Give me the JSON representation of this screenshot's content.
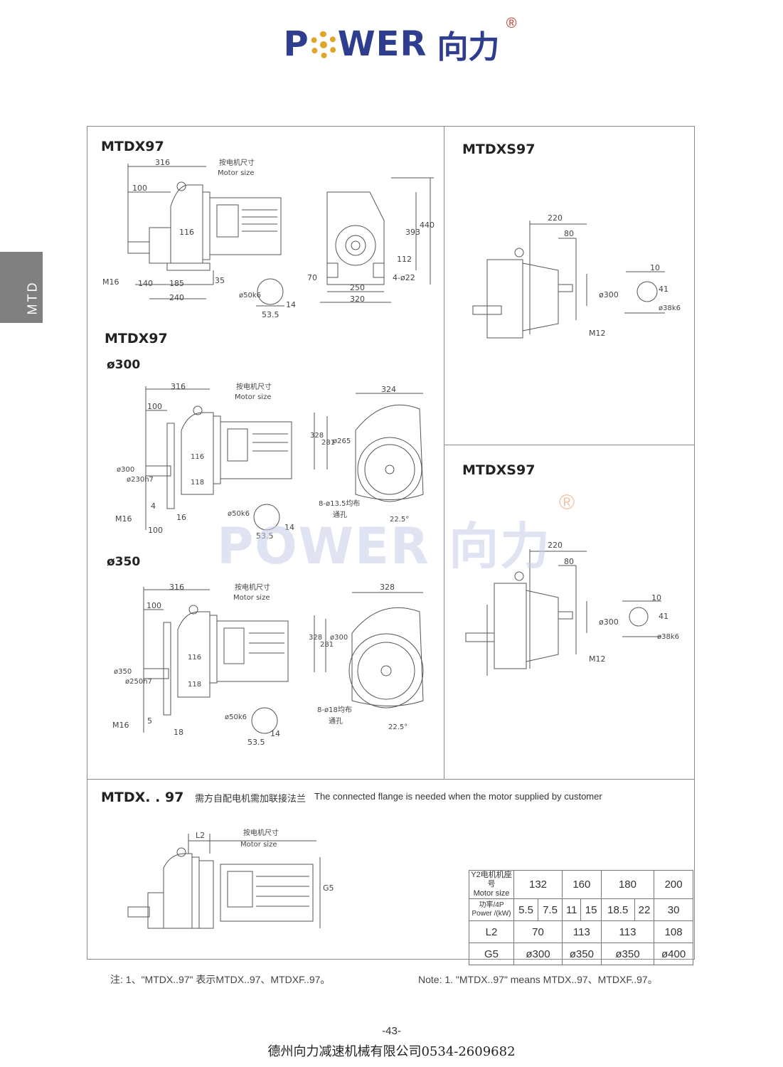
{
  "brand": {
    "name_en": "POWER",
    "name_cn": "向力",
    "reg": "®"
  },
  "side_tab": "MTD",
  "panels": {
    "p1": {
      "title": "MTDX97",
      "motor_cn": "按电机尺寸",
      "motor_en": "Motor size",
      "dims": [
        "316",
        "100",
        "M16",
        "140",
        "185",
        "240",
        "35",
        "116",
        "393",
        "440",
        "112",
        "70",
        "250",
        "320",
        "4-ø22",
        "ø50k6",
        "53.5",
        "14"
      ]
    },
    "p2": {
      "title": "MTDX97",
      "sub": "ø300",
      "motor_cn": "按电机尺寸",
      "motor_en": "Motor size",
      "dims": [
        "316",
        "100",
        "ø300",
        "ø230h7",
        "M16",
        "4",
        "16",
        "100",
        "118",
        "116",
        "328",
        "281",
        "324",
        "ø265",
        "8-ø13.5均布",
        "通孔",
        "22.5°",
        "ø50k6",
        "53.5",
        "14"
      ]
    },
    "p3": {
      "title": "ø350",
      "motor_cn": "按电机尺寸",
      "motor_en": "Motor size",
      "dims": [
        "316",
        "100",
        "ø350",
        "ø250h7",
        "M16",
        "5",
        "18",
        "118",
        "116",
        "328",
        "281",
        "328",
        "ø300",
        "8-ø18均布",
        "通孔",
        "22.5°",
        "ø50k6",
        "53.5",
        "14"
      ]
    },
    "p4": {
      "title": "MTDXS97",
      "dims": [
        "220",
        "80",
        "ø300",
        "M12",
        "10",
        "41",
        "ø38k6"
      ]
    },
    "p5": {
      "title": "MTDXS97",
      "dims": [
        "220",
        "80",
        "ø300",
        "M12",
        "10",
        "41",
        "ø38k6"
      ]
    },
    "p6": {
      "title": "MTDX. . 97",
      "note_cn": "需方自配电机需加联接法兰",
      "note_en": "The connected flange is needed when the motor supplied by customer",
      "motor_cn": "按电机尺寸",
      "motor_en": "Motor size",
      "l2": "L2",
      "g5": "G5"
    }
  },
  "table": {
    "h_cn": "Y2电机机座号",
    "h_en": "Motor size",
    "sizes": [
      "132",
      "160",
      "180",
      "200"
    ],
    "p_cn": "功率/4P",
    "p_en": "Power /(kW)",
    "powers": [
      "5.5",
      "7.5",
      "11",
      "15",
      "18.5",
      "22",
      "30"
    ],
    "l2_label": "L2",
    "l2": [
      "70",
      "113",
      "113",
      "108"
    ],
    "g5_label": "G5",
    "g5": [
      "ø300",
      "ø350",
      "ø350",
      "ø400"
    ]
  },
  "watermark": {
    "text": "POWER 向力",
    "reg": "®"
  },
  "notes": {
    "cn": "注: 1、\"MTDX..97\" 表示MTDX..97、MTDXF..97。",
    "en": "Note: 1. \"MTDX..97\" means MTDX..97、MTDXF..97。"
  },
  "footer": {
    "page": "-43-",
    "company": "德州向力减速机械有限公司0534-2609682"
  }
}
